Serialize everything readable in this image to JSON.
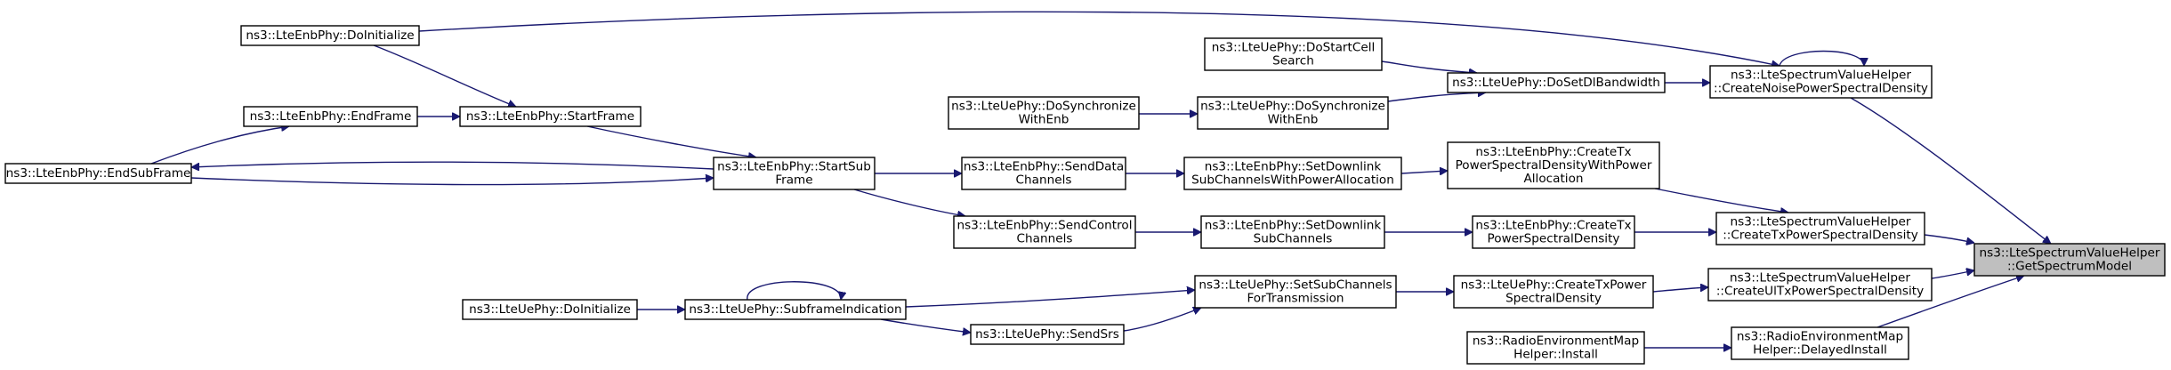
{
  "diagram": {
    "type": "call-graph",
    "nodes": [
      {
        "id": "target",
        "lines": [
          "ns3::LteSpectrumValueHelper",
          "::GetSpectrumModel"
        ],
        "highlight": true
      },
      {
        "id": "noise",
        "lines": [
          "ns3::LteSpectrumValueHelper",
          "::CreateNoisePowerSpectralDensity"
        ]
      },
      {
        "id": "txpsd",
        "lines": [
          "ns3::LteSpectrumValueHelper",
          "::CreateTxPowerSpectralDensity"
        ]
      },
      {
        "id": "ultxpsd",
        "lines": [
          "ns3::LteSpectrumValueHelper",
          "::CreateUlTxPowerSpectralDensity"
        ]
      },
      {
        "id": "delayed",
        "lines": [
          "ns3::RadioEnvironmentMap",
          "Helper::DelayedInstall"
        ]
      },
      {
        "id": "enb_doinit",
        "lines": [
          "ns3::LteEnbPhy::DoInitialize"
        ]
      },
      {
        "id": "dostartcell",
        "lines": [
          "ns3::LteUePhy::DoStartCell",
          "Search"
        ]
      },
      {
        "id": "dosetdl",
        "lines": [
          "ns3::LteUePhy::DoSetDlBandwidth"
        ]
      },
      {
        "id": "dosync2",
        "lines": [
          "ns3::LteUePhy::DoSynchronize",
          "WithEnb"
        ]
      },
      {
        "id": "dosync1",
        "lines": [
          "ns3::LteUePhy::DoSynchronize",
          "WithEnb"
        ]
      },
      {
        "id": "endframe",
        "lines": [
          "ns3::LteEnbPhy::EndFrame"
        ]
      },
      {
        "id": "startframe",
        "lines": [
          "ns3::LteEnbPhy::StartFrame"
        ]
      },
      {
        "id": "endsubframe",
        "lines": [
          "ns3::LteEnbPhy::EndSubFrame"
        ]
      },
      {
        "id": "startsubframe",
        "lines": [
          "ns3::LteEnbPhy::StartSub",
          "Frame"
        ]
      },
      {
        "id": "senddata",
        "lines": [
          "ns3::LteEnbPhy::SendData",
          "Channels"
        ]
      },
      {
        "id": "setdlpa",
        "lines": [
          "ns3::LteEnbPhy::SetDownlink",
          "SubChannelsWithPowerAllocation"
        ]
      },
      {
        "id": "createtxpa",
        "lines": [
          "ns3::LteEnbPhy::CreateTx",
          "PowerSpectralDensityWithPower",
          "Allocation"
        ]
      },
      {
        "id": "sendcontrol",
        "lines": [
          "ns3::LteEnbPhy::SendControl",
          "Channels"
        ]
      },
      {
        "id": "setdl",
        "lines": [
          "ns3::LteEnbPhy::SetDownlink",
          "SubChannels"
        ]
      },
      {
        "id": "enbcreatetx",
        "lines": [
          "ns3::LteEnbPhy::CreateTx",
          "PowerSpectralDensity"
        ]
      },
      {
        "id": "ue_doinit",
        "lines": [
          "ns3::LteUePhy::DoInitialize"
        ]
      },
      {
        "id": "subframeind",
        "lines": [
          "ns3::LteUePhy::SubframeIndication"
        ]
      },
      {
        "id": "setsub",
        "lines": [
          "ns3::LteUePhy::SetSubChannels",
          "ForTransmission"
        ]
      },
      {
        "id": "uecreatetx",
        "lines": [
          "ns3::LteUePhy::CreateTxPower",
          "SpectralDensity"
        ]
      },
      {
        "id": "sendsrs",
        "lines": [
          "ns3::LteUePhy::SendSrs"
        ]
      },
      {
        "id": "reminstall",
        "lines": [
          "ns3::RadioEnvironmentMap",
          "Helper::Install"
        ]
      }
    ],
    "edges": [
      {
        "from": "noise",
        "to": "target"
      },
      {
        "from": "txpsd",
        "to": "target"
      },
      {
        "from": "ultxpsd",
        "to": "target"
      },
      {
        "from": "delayed",
        "to": "target"
      },
      {
        "from": "enb_doinit",
        "to": "noise"
      },
      {
        "from": "noise",
        "to": "noise"
      },
      {
        "from": "dosetdl",
        "to": "noise"
      },
      {
        "from": "dostartcell",
        "to": "dosetdl"
      },
      {
        "from": "dosync2",
        "to": "dosetdl"
      },
      {
        "from": "dosync1",
        "to": "dosync2"
      },
      {
        "from": "createtxpa",
        "to": "txpsd"
      },
      {
        "from": "enbcreatetx",
        "to": "txpsd"
      },
      {
        "from": "setdlpa",
        "to": "createtxpa"
      },
      {
        "from": "senddata",
        "to": "setdlpa"
      },
      {
        "from": "startsubframe",
        "to": "senddata"
      },
      {
        "from": "startsubframe",
        "to": "sendcontrol"
      },
      {
        "from": "sendcontrol",
        "to": "setdl"
      },
      {
        "from": "setdl",
        "to": "enbcreatetx"
      },
      {
        "from": "startframe",
        "to": "startsubframe"
      },
      {
        "from": "endsubframe",
        "to": "startsubframe"
      },
      {
        "from": "startsubframe",
        "to": "endsubframe"
      },
      {
        "from": "endsubframe",
        "to": "endframe"
      },
      {
        "from": "endframe",
        "to": "startframe"
      },
      {
        "from": "enb_doinit",
        "to": "startframe"
      },
      {
        "from": "uecreatetx",
        "to": "ultxpsd"
      },
      {
        "from": "setsub",
        "to": "uecreatetx"
      },
      {
        "from": "subframeind",
        "to": "setsub"
      },
      {
        "from": "sendsrs",
        "to": "setsub"
      },
      {
        "from": "subframeind",
        "to": "sendsrs"
      },
      {
        "from": "subframeind",
        "to": "subframeind"
      },
      {
        "from": "ue_doinit",
        "to": "subframeind"
      },
      {
        "from": "reminstall",
        "to": "delayed"
      }
    ]
  }
}
